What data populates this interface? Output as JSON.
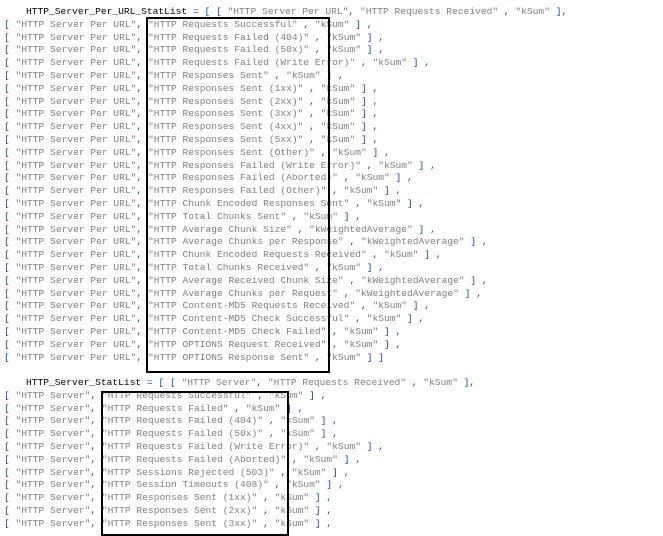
{
  "blocks": [
    {
      "header": {
        "variable": "HTTP_Server_Per_URL_StatList",
        "operator": " = [ [ ",
        "first_item": "\"HTTP Server Per URL\"",
        "second_item": "\"HTTP Requests Received\"",
        "third_item": "\"kSum\"",
        "end": " ],"
      },
      "rows": [
        {
          "prefix": "[ ",
          "group": "\"HTTP Server Per URL\"",
          "stat": "\"HTTP Requests Successful\"",
          "agg": "\"kSum\"",
          "suffix": " ] ,"
        },
        {
          "prefix": "[ ",
          "group": "\"HTTP Server Per URL\"",
          "stat": "\"HTTP Requests Failed (404)\"",
          "agg": "\"kSum\"",
          "suffix": " ] ,"
        },
        {
          "prefix": "[ ",
          "group": "\"HTTP Server Per URL\"",
          "stat": "\"HTTP Requests Failed (50x)\"",
          "agg": "\"kSum\"",
          "suffix": " ] ,"
        },
        {
          "prefix": "[ ",
          "group": "\"HTTP Server Per URL\"",
          "stat": "\"HTTP Requests Failed (Write Error)\"",
          "agg": "\"kSum\"",
          "suffix": " ] ,"
        },
        {
          "prefix": "[ ",
          "group": "\"HTTP Server Per URL\"",
          "stat": "\"HTTP Responses Sent\"",
          "agg": "\"kSum\"",
          "suffix": " ] ,"
        },
        {
          "prefix": "[ ",
          "group": "\"HTTP Server Per URL\"",
          "stat": "\"HTTP Responses Sent (1xx)\"",
          "agg": "\"kSum\"",
          "suffix": " ] ,"
        },
        {
          "prefix": "[ ",
          "group": "\"HTTP Server Per URL\"",
          "stat": "\"HTTP Responses Sent (2xx)\"",
          "agg": "\"kSum\"",
          "suffix": " ] ,"
        },
        {
          "prefix": "[ ",
          "group": "\"HTTP Server Per URL\"",
          "stat": "\"HTTP Responses Sent (3xx)\"",
          "agg": "\"kSum\"",
          "suffix": " ] ,"
        },
        {
          "prefix": "[ ",
          "group": "\"HTTP Server Per URL\"",
          "stat": "\"HTTP Responses Sent (4xx)\"",
          "agg": "\"kSum\"",
          "suffix": " ] ,"
        },
        {
          "prefix": "[ ",
          "group": "\"HTTP Server Per URL\"",
          "stat": "\"HTTP Responses Sent (5xx)\"",
          "agg": "\"kSum\"",
          "suffix": " ] ,"
        },
        {
          "prefix": "[ ",
          "group": "\"HTTP Server Per URL\"",
          "stat": "\"HTTP Responses Sent (Other)\"",
          "agg": "\"kSum\"",
          "suffix": " ] ,"
        },
        {
          "prefix": "[ ",
          "group": "\"HTTP Server Per URL\"",
          "stat": "\"HTTP Responses Failed (Write Error)\"",
          "agg": "\"kSum\"",
          "suffix": " ] ,"
        },
        {
          "prefix": "[ ",
          "group": "\"HTTP Server Per URL\"",
          "stat": "\"HTTP Responses Failed (Aborted)\"",
          "agg": "\"kSum\"",
          "suffix": " ] ,"
        },
        {
          "prefix": "[ ",
          "group": "\"HTTP Server Per URL\"",
          "stat": "\"HTTP Responses Failed (Other)\"",
          "agg": "\"kSum\"",
          "suffix": " ] ,"
        },
        {
          "prefix": "[ ",
          "group": "\"HTTP Server Per URL\"",
          "stat": "\"HTTP Chunk Encoded Responses Sent\"",
          "agg": "\"kSum\"",
          "suffix": " ] ,"
        },
        {
          "prefix": "[ ",
          "group": "\"HTTP Server Per URL\"",
          "stat": "\"HTTP Total Chunks Sent\"",
          "agg": "\"kSum\"",
          "suffix": " ] ,"
        },
        {
          "prefix": "[ ",
          "group": "\"HTTP Server Per URL\"",
          "stat": "\"HTTP Average Chunk Size\"",
          "agg": "\"kWeightedAverage\"",
          "suffix": " ] ,"
        },
        {
          "prefix": "[ ",
          "group": "\"HTTP Server Per URL\"",
          "stat": "\"HTTP Average Chunks per Response\"",
          "agg": "\"kWeightedAverage\"",
          "suffix": " ] ,"
        },
        {
          "prefix": "[ ",
          "group": "\"HTTP Server Per URL\"",
          "stat": "\"HTTP Chunk Encoded Requests Received\"",
          "agg": "\"kSum\"",
          "suffix": " ] ,"
        },
        {
          "prefix": "[ ",
          "group": "\"HTTP Server Per URL\"",
          "stat": "\"HTTP Total Chunks Received\"",
          "agg": "\"kSum\"",
          "suffix": " ] ,"
        },
        {
          "prefix": "[ ",
          "group": "\"HTTP Server Per URL\"",
          "stat": "\"HTTP Average Received Chunk Size\"",
          "agg": "\"kWeightedAverage\"",
          "suffix": " ] ,"
        },
        {
          "prefix": "[ ",
          "group": "\"HTTP Server Per URL\"",
          "stat": "\"HTTP Average Chunks per Request\"",
          "agg": "\"kWeightedAverage\"",
          "suffix": " ] ,"
        },
        {
          "prefix": "[ ",
          "group": "\"HTTP Server Per URL\"",
          "stat": "\"HTTP Content-MD5 Requests Received\"",
          "agg": "\"kSum\"",
          "suffix": " ] ,"
        },
        {
          "prefix": "[ ",
          "group": "\"HTTP Server Per URL\"",
          "stat": "\"HTTP Content-MD5 Check Successful\"",
          "agg": "\"kSum\"",
          "suffix": " ] ,"
        },
        {
          "prefix": "[ ",
          "group": "\"HTTP Server Per URL\"",
          "stat": "\"HTTP Content-MD5 Check Failed\"",
          "agg": "\"kSum\"",
          "suffix": " ] ,"
        },
        {
          "prefix": "[ ",
          "group": "\"HTTP Server Per URL\"",
          "stat": "\"HTTP OPTIONS Request Received\"",
          "agg": "\"kSum\"",
          "suffix": " ] ,"
        },
        {
          "prefix": "[ ",
          "group": "\"HTTP Server Per URL\"",
          "stat": "\"HTTP OPTIONS Response Sent\"",
          "agg": "\"kSum\"",
          "suffix": " ] ]"
        }
      ]
    },
    {
      "header": {
        "variable": "HTTP_Server_StatList",
        "operator": " = [ [ ",
        "first_item": "\"HTTP Server\"",
        "second_item": "\"HTTP Requests Received\"",
        "third_item": "\"kSum\"",
        "end": " ],"
      },
      "rows": [
        {
          "prefix": "[ ",
          "group": "\"HTTP Server\"",
          "stat": "\"HTTP Requests Successful\"",
          "agg": "\"kSum\"",
          "suffix": " ] ,"
        },
        {
          "prefix": "[ ",
          "group": "\"HTTP Server\"",
          "stat": "\"HTTP Requests Failed\"",
          "agg": "\"kSum\"",
          "suffix": " ] ,"
        },
        {
          "prefix": "[ ",
          "group": "\"HTTP Server\"",
          "stat": "\"HTTP Requests Failed (404)\"",
          "agg": "\"kSum\"",
          "suffix": " ] ,"
        },
        {
          "prefix": "[ ",
          "group": "\"HTTP Server\"",
          "stat": "\"HTTP Requests Failed (50x)\"",
          "agg": "\"kSum\"",
          "suffix": " ] ,"
        },
        {
          "prefix": "[ ",
          "group": "\"HTTP Server\"",
          "stat": "\"HTTP Requests Failed (Write Error)\"",
          "agg": "\"kSum\"",
          "suffix": " ] ,"
        },
        {
          "prefix": "[ ",
          "group": "\"HTTP Server\"",
          "stat": "\"HTTP Requests Failed (Aborted)\"",
          "agg": "\"kSum\"",
          "suffix": " ] ,"
        },
        {
          "prefix": "[ ",
          "group": "\"HTTP Server\"",
          "stat": "\"HTTP Sessions Rejected (503)\"",
          "agg": "\"kSum\"",
          "suffix": " ] ,"
        },
        {
          "prefix": "[ ",
          "group": "\"HTTP Server\"",
          "stat": "\"HTTP Session Timeouts (408)\"",
          "agg": "\"kSum\"",
          "suffix": " ] ,"
        },
        {
          "prefix": "[ ",
          "group": "\"HTTP Server\"",
          "stat": "\"HTTP Responses Sent (1xx)\"",
          "agg": "\"kSum\"",
          "suffix": " ] ,"
        },
        {
          "prefix": "[ ",
          "group": "\"HTTP Server\"",
          "stat": "\"HTTP Responses Sent (2xx)\"",
          "agg": "\"kSum\"",
          "suffix": " ] ,"
        },
        {
          "prefix": "[ ",
          "group": "\"HTTP Server\"",
          "stat": "\"HTTP Responses Sent (3xx)\"",
          "agg": "\"kSum\"",
          "suffix": " ] ,"
        }
      ]
    }
  ],
  "colors": {
    "punctuation": "#1a3fa0",
    "string": "#7f7f7f",
    "variable": "#000000",
    "highlight_border": "#000000"
  }
}
